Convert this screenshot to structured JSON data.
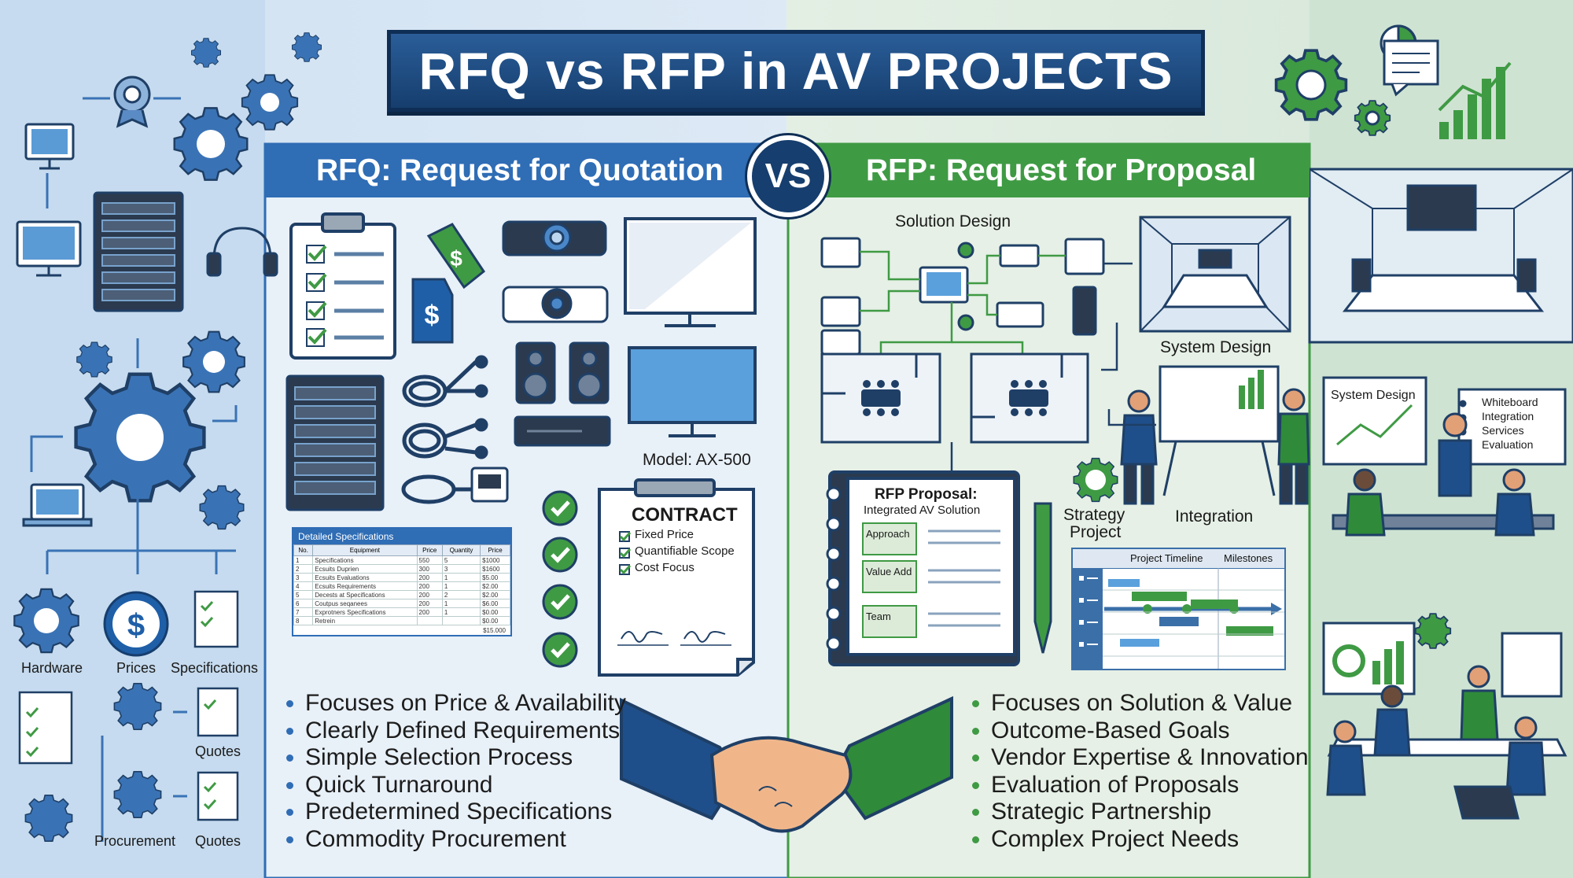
{
  "title": "RFQ vs RFP in AV PROJECTS",
  "vs_label": "VS",
  "rfq": {
    "heading": "RFQ: Request for Quotation",
    "model_label": "Model: AX-500",
    "contract": {
      "title": "CONTRACT",
      "items": [
        "Fixed Price",
        "Quantifiable Scope",
        "Cost Focus"
      ]
    },
    "spec_table": {
      "title": "Detailed Specifications",
      "headers": [
        "No.",
        "Equipment",
        "Price",
        "Quantity",
        "Price"
      ],
      "rows": [
        [
          "1",
          "Specifications",
          "550",
          "5",
          "$1000"
        ],
        [
          "2",
          "Ecsuits Duprien",
          "300",
          "3",
          "$1600"
        ],
        [
          "3",
          "Ecsuits Evaluations",
          "200",
          "1",
          "$5.00"
        ],
        [
          "4",
          "Ecsuits Requirements",
          "200",
          "1",
          "$2.00"
        ],
        [
          "5",
          "Decests at Specifications",
          "200",
          "2",
          "$2.00"
        ],
        [
          "6",
          "Coutpus seqanees",
          "200",
          "1",
          "$6.00"
        ],
        [
          "7",
          "Exprotners Specifications",
          "200",
          "1",
          "$0.00"
        ],
        [
          "8",
          "Retrein",
          "",
          "",
          "$0.00"
        ]
      ],
      "total": "$15.000"
    },
    "bullets": [
      "Focuses on Price & Availability",
      "Clearly Defined Requirements",
      "Simple Selection Process",
      "Quick Turnaround",
      "Predetermined Specifications",
      "Commodity Procurement"
    ]
  },
  "rfp": {
    "heading": "RFP: Request for Proposal",
    "solution_design": "Solution Design",
    "system_design": "System Design",
    "strategy_project": [
      "Strategy",
      "Project"
    ],
    "integration": "Integration",
    "proposal": {
      "title": "RFP Proposal:",
      "subtitle": "Integrated AV Solution",
      "sections": [
        "Approach",
        "Value Add",
        "Team"
      ]
    },
    "timeline": {
      "col1": "Project Timeline",
      "col2": "Milestones"
    },
    "bullets": [
      "Focuses on Solution & Value",
      "Outcome-Based Goals",
      "Vendor Expertise & Innovation",
      "Evaluation of Proposals",
      "Strategic Partnership",
      "Complex Project Needs"
    ]
  },
  "left_labels": {
    "hardware": "Hardware",
    "prices": "Prices",
    "specifications": "Specifications",
    "quotes_1": "Quotes",
    "procurement": "Procurement",
    "quotes_2": "Quotes"
  },
  "right_labels": {
    "system_design": "System Design",
    "whiteboard": [
      "Whiteboard",
      "Integration",
      "Services",
      "Evaluation"
    ]
  },
  "colors": {
    "rfq_blue": "#2f6db5",
    "rfp_green": "#3f9a44",
    "navy": "#163e6e"
  }
}
